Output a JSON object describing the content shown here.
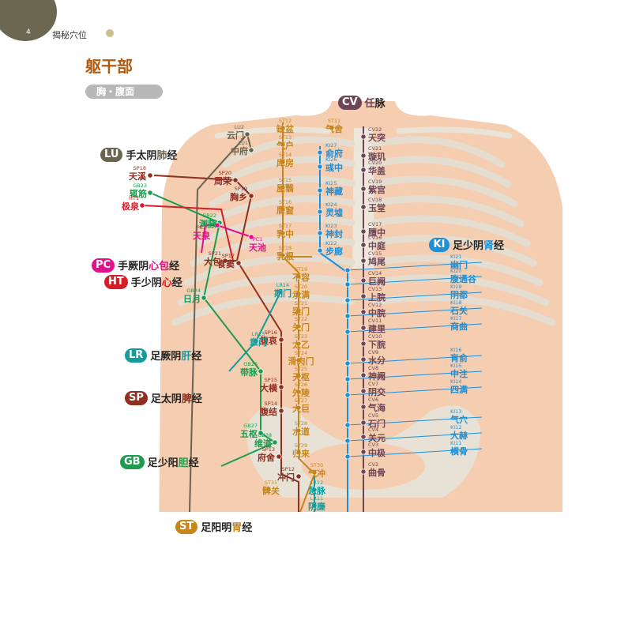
{
  "header": {
    "page_number": "4",
    "book_title": "揭秘穴位"
  },
  "section_title": "躯干部",
  "sub_tab": "胸・腹面",
  "colors": {
    "CV": "#6e4556",
    "KI": "#1f8fd6",
    "LU": "#6a6450",
    "PC": "#e0118a",
    "HT": "#d61e28",
    "LR": "#139c9c",
    "SP": "#8e2f22",
    "GB": "#1f9b4f",
    "ST": "#c8861a",
    "skin": "#f5cdb0",
    "bone": "#e7e2d8"
  },
  "meridians": {
    "CV": {
      "code": "CV",
      "pre": "",
      "hl": "任",
      "post": "脉"
    },
    "LU": {
      "code": "LU",
      "pre": "手太阴",
      "hl": "肺",
      "post": "经"
    },
    "PC": {
      "code": "PC",
      "pre": "手厥阴",
      "hl": "心包",
      "post": "经"
    },
    "HT": {
      "code": "HT",
      "pre": "手少阴",
      "hl": "心",
      "post": "经"
    },
    "KI": {
      "code": "KI",
      "pre": "足少阴",
      "hl": "肾",
      "post": "经"
    },
    "LR": {
      "code": "LR",
      "pre": "足厥阴",
      "hl": "肝",
      "post": "经"
    },
    "SP": {
      "code": "SP",
      "pre": "足太阴",
      "hl": "脾",
      "post": "经"
    },
    "GB": {
      "code": "GB",
      "pre": "足少阳",
      "hl": "胆",
      "post": "经"
    },
    "ST": {
      "code": "ST",
      "pre": "足阳明",
      "hl": "胃",
      "post": "经"
    }
  },
  "points": {
    "CV": [
      {
        "code": "CV22",
        "name": "天突"
      },
      {
        "code": "CV21",
        "name": "璇玑"
      },
      {
        "code": "CV20",
        "name": "华盖"
      },
      {
        "code": "CV19",
        "name": "紫宫"
      },
      {
        "code": "CV18",
        "name": "玉堂"
      },
      {
        "code": "CV17",
        "name": "膻中"
      },
      {
        "code": "CV16",
        "name": "中庭"
      },
      {
        "code": "CV15",
        "name": "鸠尾"
      },
      {
        "code": "CV14",
        "name": "巨阙"
      },
      {
        "code": "CV13",
        "name": "上脘"
      },
      {
        "code": "CV12",
        "name": "中脘"
      },
      {
        "code": "CV11",
        "name": "建里"
      },
      {
        "code": "CV10",
        "name": "下脘"
      },
      {
        "code": "CV9",
        "name": "水分"
      },
      {
        "code": "CV8",
        "name": "神阙"
      },
      {
        "code": "CV7",
        "name": "阴交"
      },
      {
        "code": "CV6",
        "name": "气海"
      },
      {
        "code": "CV5",
        "name": "石门"
      },
      {
        "code": "CV4",
        "name": "关元"
      },
      {
        "code": "CV3",
        "name": "中极"
      },
      {
        "code": "CV2",
        "name": "曲骨"
      }
    ],
    "KI_chest": [
      {
        "code": "KI27",
        "name": "俞府"
      },
      {
        "code": "KI26",
        "name": "彧中"
      },
      {
        "code": "KI25",
        "name": "神藏"
      },
      {
        "code": "KI24",
        "name": "灵墟"
      },
      {
        "code": "KI23",
        "name": "神封"
      },
      {
        "code": "KI22",
        "name": "步廊"
      }
    ],
    "KI_abdomen": [
      {
        "code": "KI21",
        "name": "幽门"
      },
      {
        "code": "KI20",
        "name": "腹通谷"
      },
      {
        "code": "KI19",
        "name": "阴都"
      },
      {
        "code": "KI18",
        "name": "石关"
      },
      {
        "code": "KI17",
        "name": "商曲"
      },
      {
        "code": "KI16",
        "name": "肓俞"
      },
      {
        "code": "KI15",
        "name": "中注"
      },
      {
        "code": "KI14",
        "name": "四满"
      },
      {
        "code": "KI13",
        "name": "气穴"
      },
      {
        "code": "KI12",
        "name": "大赫"
      },
      {
        "code": "KI11",
        "name": "横骨"
      }
    ],
    "ST": [
      {
        "code": "ST12",
        "name": "缺盆"
      },
      {
        "code": "ST11",
        "name": "气舍"
      },
      {
        "code": "ST13",
        "name": "气户"
      },
      {
        "code": "ST14",
        "name": "库房"
      },
      {
        "code": "ST15",
        "name": "屋翳"
      },
      {
        "code": "ST16",
        "name": "膺窗"
      },
      {
        "code": "ST17",
        "name": "乳中"
      },
      {
        "code": "ST18",
        "name": "乳根"
      },
      {
        "code": "ST19",
        "name": "不容"
      },
      {
        "code": "ST20",
        "name": "承满"
      },
      {
        "code": "ST21",
        "name": "梁门"
      },
      {
        "code": "ST22",
        "name": "关门"
      },
      {
        "code": "ST23",
        "name": "太乙"
      },
      {
        "code": "ST24",
        "name": "滑肉门"
      },
      {
        "code": "ST25",
        "name": "天枢"
      },
      {
        "code": "ST26",
        "name": "外陵"
      },
      {
        "code": "ST27",
        "name": "大巨"
      },
      {
        "code": "ST28",
        "name": "水道"
      },
      {
        "code": "ST29",
        "name": "归来"
      },
      {
        "code": "ST30",
        "name": "气冲"
      },
      {
        "code": "ST31",
        "name": "髀关"
      }
    ],
    "SP": [
      {
        "code": "SP18",
        "name": "天溪"
      },
      {
        "code": "SP20",
        "name": "周荣"
      },
      {
        "code": "SP19",
        "name": "胸乡"
      },
      {
        "code": "SP21",
        "name": "大包"
      },
      {
        "code": "SP17",
        "name": "食窦"
      },
      {
        "code": "SP16",
        "name": "腹哀"
      },
      {
        "code": "SP15",
        "name": "大横"
      },
      {
        "code": "SP14",
        "name": "腹结"
      },
      {
        "code": "SP13",
        "name": "府舍"
      },
      {
        "code": "SP12",
        "name": "冲门"
      }
    ],
    "LU": [
      {
        "code": "LU2",
        "name": "云门"
      },
      {
        "code": "LU1",
        "name": "中府"
      }
    ],
    "GB": [
      {
        "code": "GB23",
        "name": "辄筋"
      },
      {
        "code": "GB22",
        "name": "渊腋"
      },
      {
        "code": "GB24",
        "name": "日月"
      },
      {
        "code": "GB26",
        "name": "带脉"
      },
      {
        "code": "GB27",
        "name": "五枢"
      },
      {
        "code": "GB28",
        "name": "维道"
      }
    ],
    "HT": [
      {
        "code": "HT1",
        "name": "极泉"
      }
    ],
    "PC": [
      {
        "code": "PC2",
        "name": "天泉"
      },
      {
        "code": "PC1",
        "name": "天池"
      }
    ],
    "LR": [
      {
        "code": "LR14",
        "name": "期门"
      },
      {
        "code": "LR13",
        "name": "章门"
      },
      {
        "code": "LR12",
        "name": "急脉"
      },
      {
        "code": "LR11",
        "name": "阴廉"
      }
    ]
  }
}
